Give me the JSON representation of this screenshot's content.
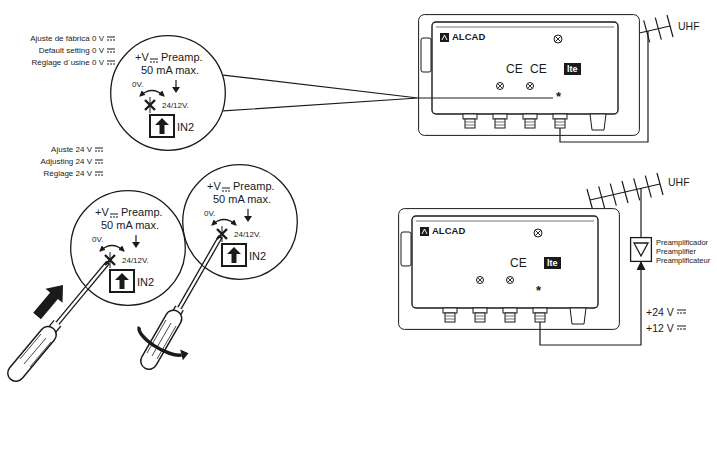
{
  "diagram": {
    "nodes": [
      {
        "text": [
          "+V",
          "Preamp.",
          "50 mA max.",
          "0V.",
          "24/12V.",
          "IN2"
        ]
      },
      {
        "text": [
          "ALCAD",
          "CE",
          "CE",
          "lte",
          "*"
        ]
      },
      {
        "text": [
          "+V",
          "Preamp.",
          "50 mA max.",
          "0V.",
          "24/12V.",
          "IN2"
        ]
      },
      {
        "text": [
          "+V",
          "Preamp.",
          "50 mA max.",
          "0V.",
          "24/12V.",
          "IN2"
        ]
      },
      {
        "text": [
          "ALCAD",
          "CE",
          "lte",
          "*"
        ]
      },
      {
        "text": [
          "Preamplificador Preamplifier Preamplificateur"
        ]
      }
    ],
    "edges": [
      {
        "from": 0,
        "to": 1,
        "arrow": "none"
      },
      {
        "from": 4,
        "to": 5,
        "arrow": "to"
      }
    ],
    "labels": [
      "Ajuste de fábrica 0 V",
      "Default setting 0 V",
      "Réglage d´usine 0 V",
      "UHF",
      "Ajuste 24 V",
      "Adjusting 24 V",
      "Réglage 24 V",
      "UHF",
      "+24 V",
      "+12 V"
    ]
  }
}
